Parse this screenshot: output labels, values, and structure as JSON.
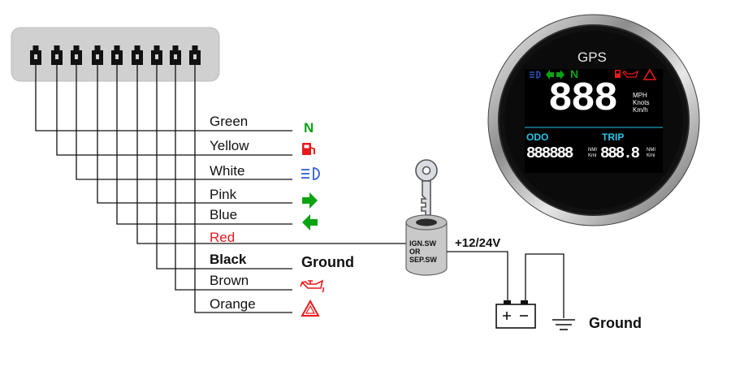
{
  "wires": [
    {
      "label": "Green",
      "icon": "n-icon"
    },
    {
      "label": "Yellow",
      "icon": "fuel-icon"
    },
    {
      "label": "White",
      "icon": "high-beam-icon"
    },
    {
      "label": "Pink",
      "icon": "right-arrow-icon"
    },
    {
      "label": "Blue",
      "icon": "left-arrow-icon"
    },
    {
      "label": "Red",
      "icon": ""
    },
    {
      "label": "Black",
      "icon": ""
    },
    {
      "label": "Brown",
      "icon": "oil-can-icon"
    },
    {
      "label": "Orange",
      "icon": "warning-triangle-icon"
    }
  ],
  "black_ground_label": "Ground",
  "switch": {
    "line1": "IGN.SW",
    "line2": "OR",
    "line3": "SEP.SW"
  },
  "supply_label": "+12/24V",
  "battery_ground_label": "Ground",
  "gauge": {
    "title": "GPS",
    "neutral": "N",
    "speed": "888",
    "speed_units": [
      "MPH",
      "Knots",
      "Km/h"
    ],
    "odo_label": "ODO",
    "trip_label": "TRIP",
    "odo_value": "888888",
    "trip_value": "888.8",
    "dist_units": [
      "NMI",
      "Kmi"
    ]
  },
  "colors": {
    "green": "#0aa312",
    "red": "#e8191b",
    "blue": "#2f5fd8",
    "cyan": "#29c3e6"
  }
}
